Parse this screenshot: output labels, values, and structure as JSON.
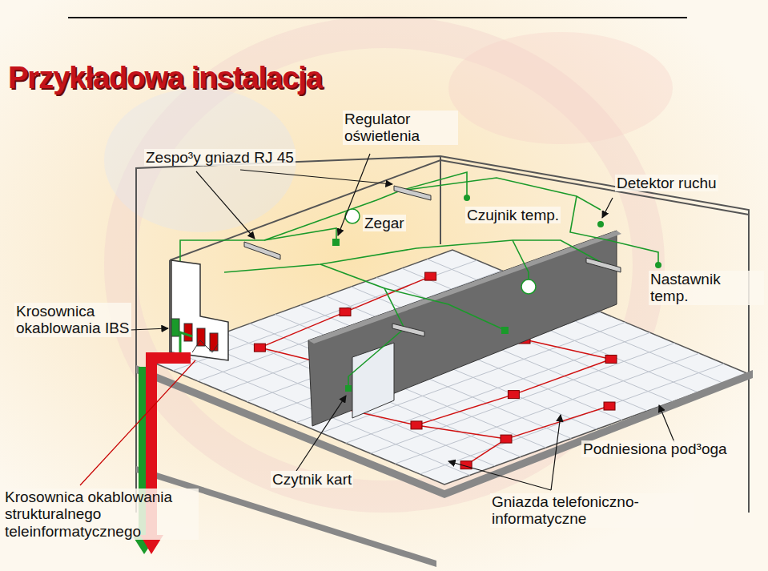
{
  "diagram": {
    "title": "Przykładowa instalacja",
    "labels": [
      "Zespo³y gniazd RJ 45",
      "Regulator oświetlenia",
      "Zegar",
      "Czujnik temp.",
      "Detektor ruchu",
      "Nastawnik temp.",
      "Krosownica okablowania IBS",
      "Podniesiona pod³oga",
      "Krosownica okablowania strukturalnego teleinformatycznego",
      "Czytnik kart",
      "Gniazda telefoniczno-informatyczne"
    ]
  }
}
